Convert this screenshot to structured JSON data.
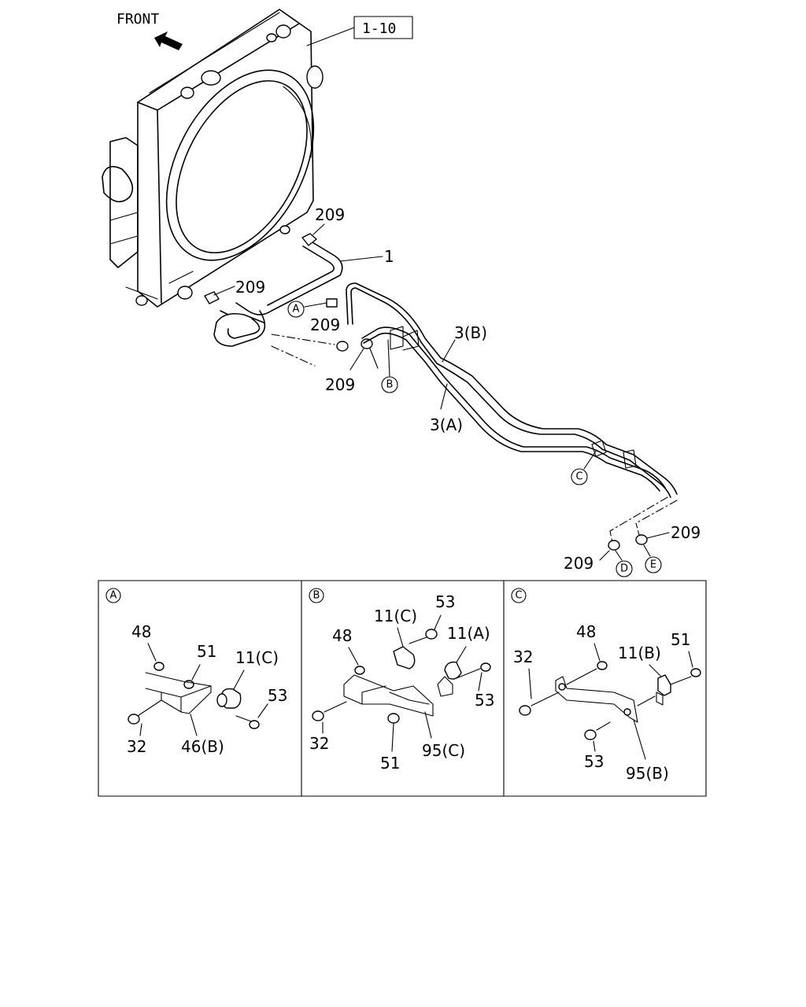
{
  "front_label": "FRONT",
  "ref_box": "1-10",
  "main_callouts": {
    "hose_1": "1",
    "pipe_3b": "3(B)",
    "pipe_3a": "3(A)",
    "clip_209_a": "209",
    "clip_209_b": "209",
    "clip_209_c": "209",
    "clip_209_d": "209",
    "clip_209_e": "209",
    "clip_209_f": "209",
    "circle_a": "A",
    "circle_b": "B",
    "circle_c": "C",
    "circle_d": "D",
    "circle_e": "E"
  },
  "detail_panels": [
    {
      "id": "A",
      "labels": {
        "p48": "48",
        "p51": "51",
        "p11": "11(C)",
        "p53": "53",
        "p32": "32",
        "p46": "46(B)"
      }
    },
    {
      "id": "B",
      "labels": {
        "p11c": "11(C)",
        "p53a": "53",
        "p48": "48",
        "p11a": "11(A)",
        "p53b": "53",
        "p32": "32",
        "p51": "51",
        "p95": "95(C)"
      }
    },
    {
      "id": "C",
      "labels": {
        "p48": "48",
        "p32": "32",
        "p11": "11(B)",
        "p51": "51",
        "p53": "53",
        "p95": "95(B)"
      }
    }
  ]
}
